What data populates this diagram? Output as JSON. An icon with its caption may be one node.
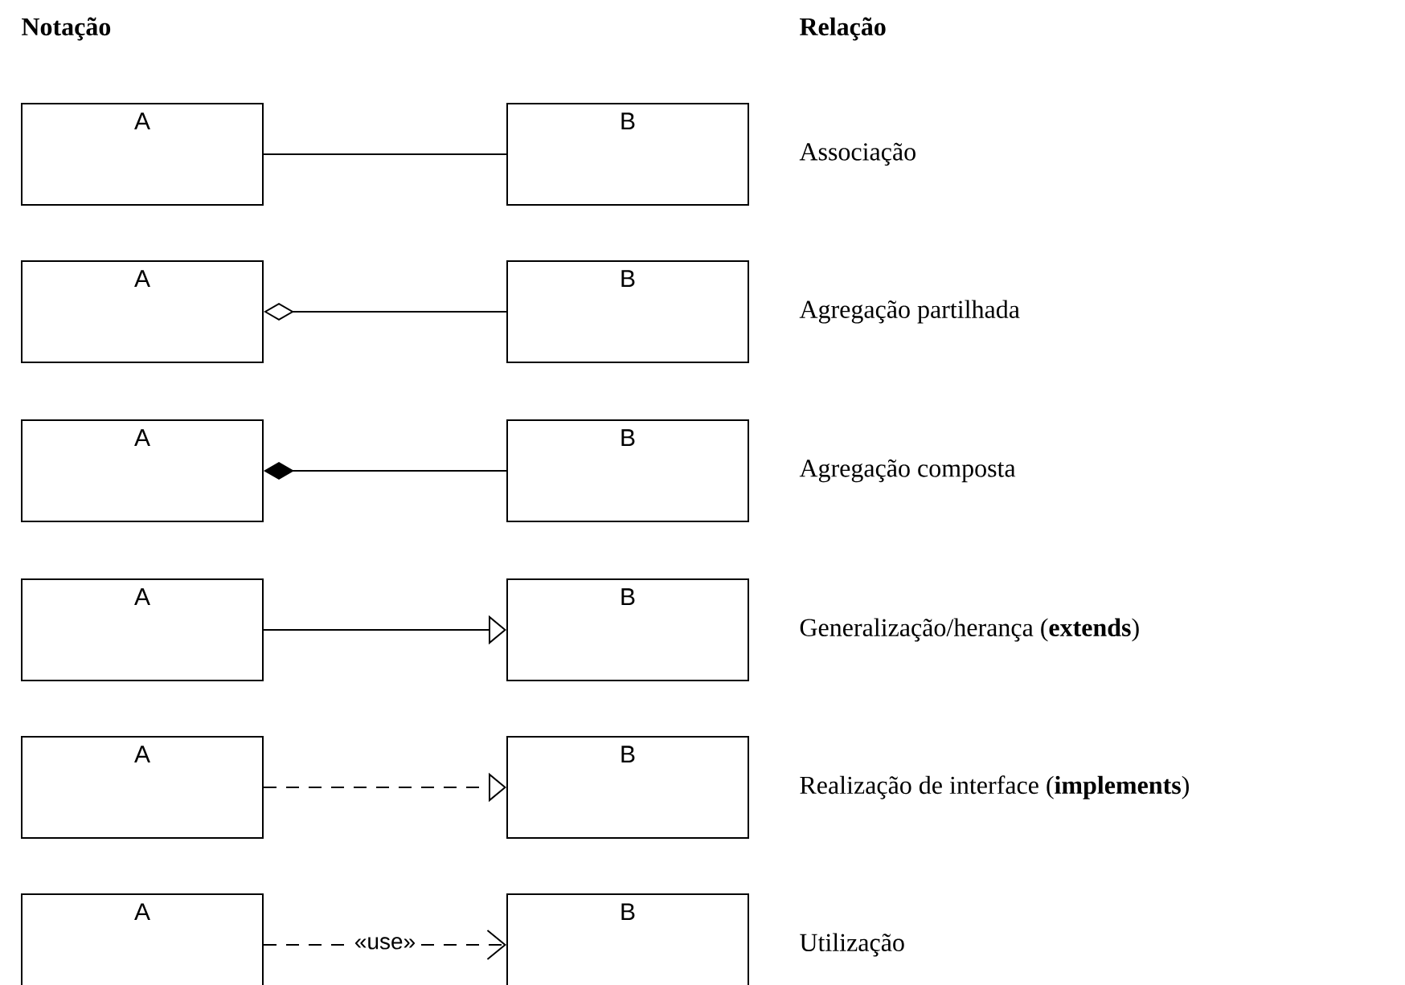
{
  "diagram": {
    "nodes": [
      {
        "text": [
          "A"
        ]
      },
      {
        "text": [
          "B"
        ]
      },
      {
        "text": [
          "A"
        ]
      },
      {
        "text": [
          "B"
        ]
      },
      {
        "text": [
          "A"
        ]
      },
      {
        "text": [
          "B"
        ]
      },
      {
        "text": [
          "A"
        ]
      },
      {
        "text": [
          "B"
        ]
      },
      {
        "text": [
          "A"
        ]
      },
      {
        "text": [
          "B"
        ]
      },
      {
        "text": [
          "A"
        ]
      },
      {
        "text": [
          "B"
        ]
      }
    ],
    "edges": [
      {
        "from": 0,
        "to": 1,
        "arrow": "none"
      },
      {
        "from": 2,
        "to": 3,
        "arrow": "other"
      },
      {
        "from": 4,
        "to": 5,
        "arrow": "other"
      },
      {
        "from": 6,
        "to": 7,
        "arrow": "to"
      },
      {
        "from": 8,
        "to": 9,
        "arrow": "to",
        "style": "dashed"
      },
      {
        "from": 10,
        "to": 11,
        "arrow": "to",
        "style": "dashed",
        "label": "«use»"
      }
    ],
    "labels": [
      "Notação",
      "Relação",
      "Associação",
      "Agregação partilhada",
      "Agregação composta",
      "Generalização/herança (**extends**)",
      "Realização de interface (**implements**)",
      "Utilização"
    ]
  }
}
